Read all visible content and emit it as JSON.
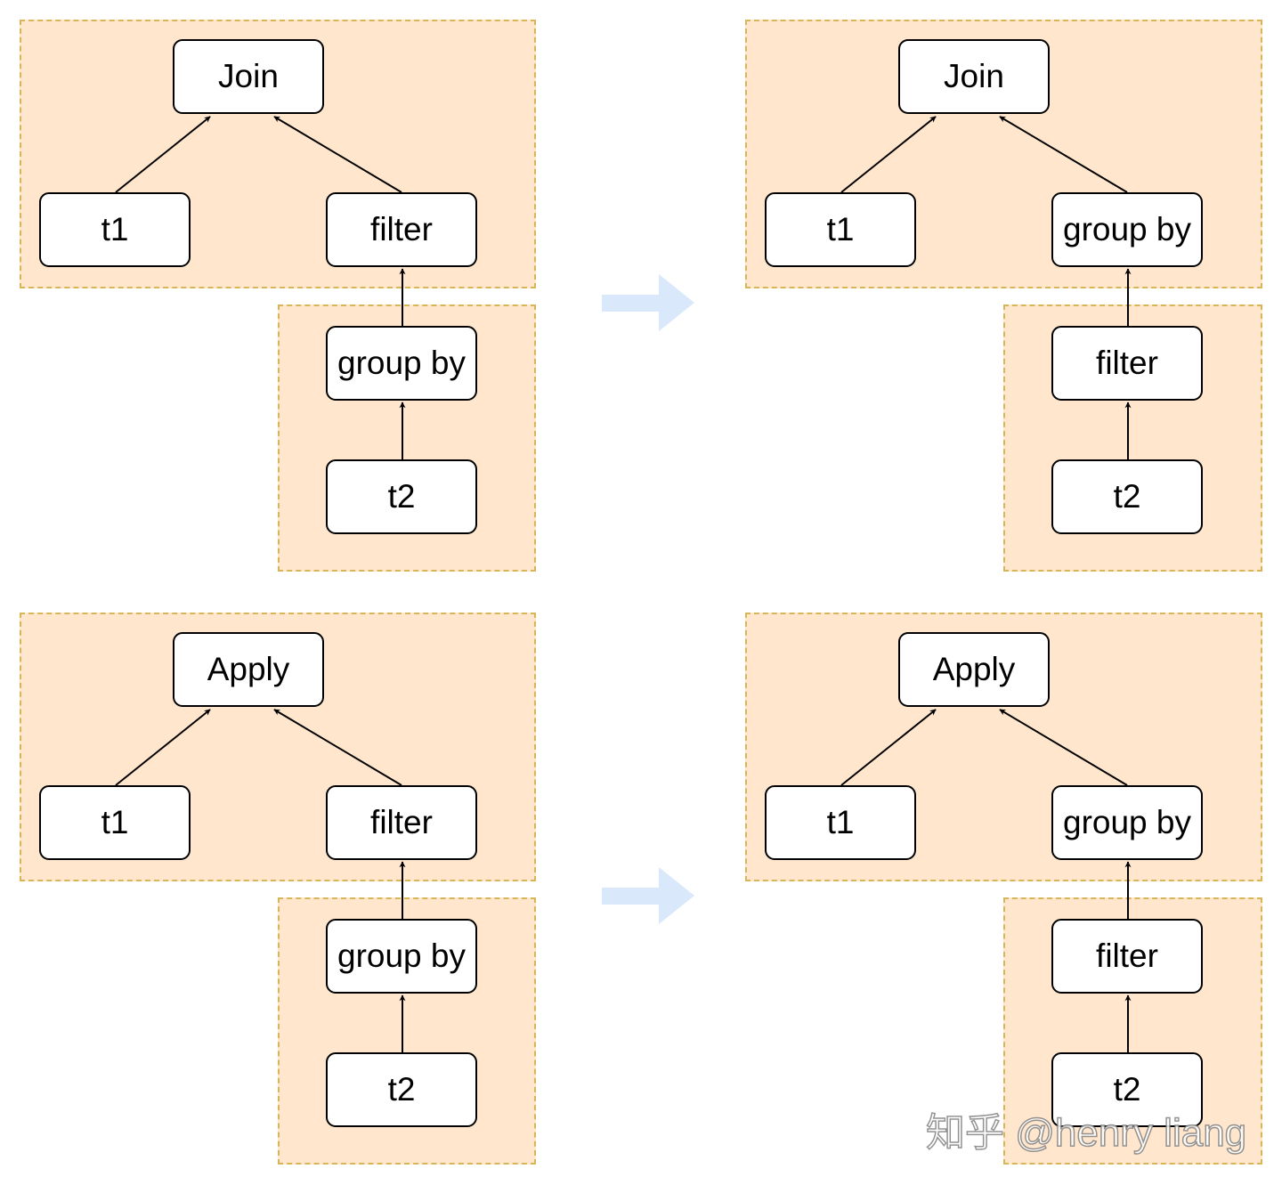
{
  "colors": {
    "group_fill": "#ffe6cc",
    "group_border": "#d6b656",
    "node_fill": "#ffffff",
    "node_border": "#000000",
    "edge": "#000000",
    "transform_arrow": "#dae8fc"
  },
  "diagrams": [
    {
      "name": "join-before",
      "nodes": {
        "root": "Join",
        "left": "t1",
        "right": "filter",
        "mid": "group by",
        "leaf": "t2"
      }
    },
    {
      "name": "join-after",
      "nodes": {
        "root": "Join",
        "left": "t1",
        "right": "group by",
        "mid": "filter",
        "leaf": "t2"
      }
    },
    {
      "name": "apply-before",
      "nodes": {
        "root": "Apply",
        "left": "t1",
        "right": "filter",
        "mid": "group by",
        "leaf": "t2"
      }
    },
    {
      "name": "apply-after",
      "nodes": {
        "root": "Apply",
        "left": "t1",
        "right": "group by",
        "mid": "filter",
        "leaf": "t2"
      }
    }
  ],
  "watermark": "知乎 @henry liang"
}
